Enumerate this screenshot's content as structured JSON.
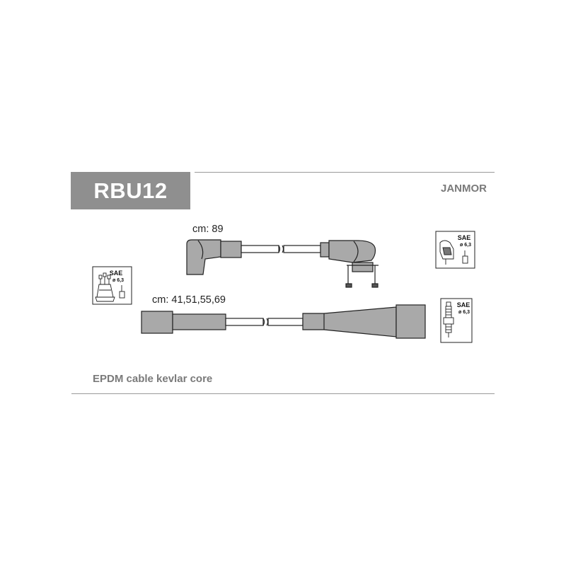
{
  "header": {
    "product_code": "RBU12",
    "brand": "JANMOR"
  },
  "wires": [
    {
      "label": "cm: 89"
    },
    {
      "label": "cm: 41,51,55,69"
    }
  ],
  "terminal_icons": [
    {
      "type": "distributor-cap-icon",
      "standard": "SAE",
      "diameter": "ø 6,3"
    },
    {
      "type": "coil-icon",
      "standard": "SAE",
      "diameter": "ø 6,3"
    },
    {
      "type": "spark-plug-icon",
      "standard": "SAE",
      "diameter": "ø 6,3"
    }
  ],
  "footer": {
    "specification": "EPDM cable kevlar core"
  },
  "colors": {
    "code_box_bg": "#8f8f8f",
    "boot_fill": "#a9a9a9",
    "rule": "#9a9a9a",
    "caption": "#7a7a7a"
  }
}
